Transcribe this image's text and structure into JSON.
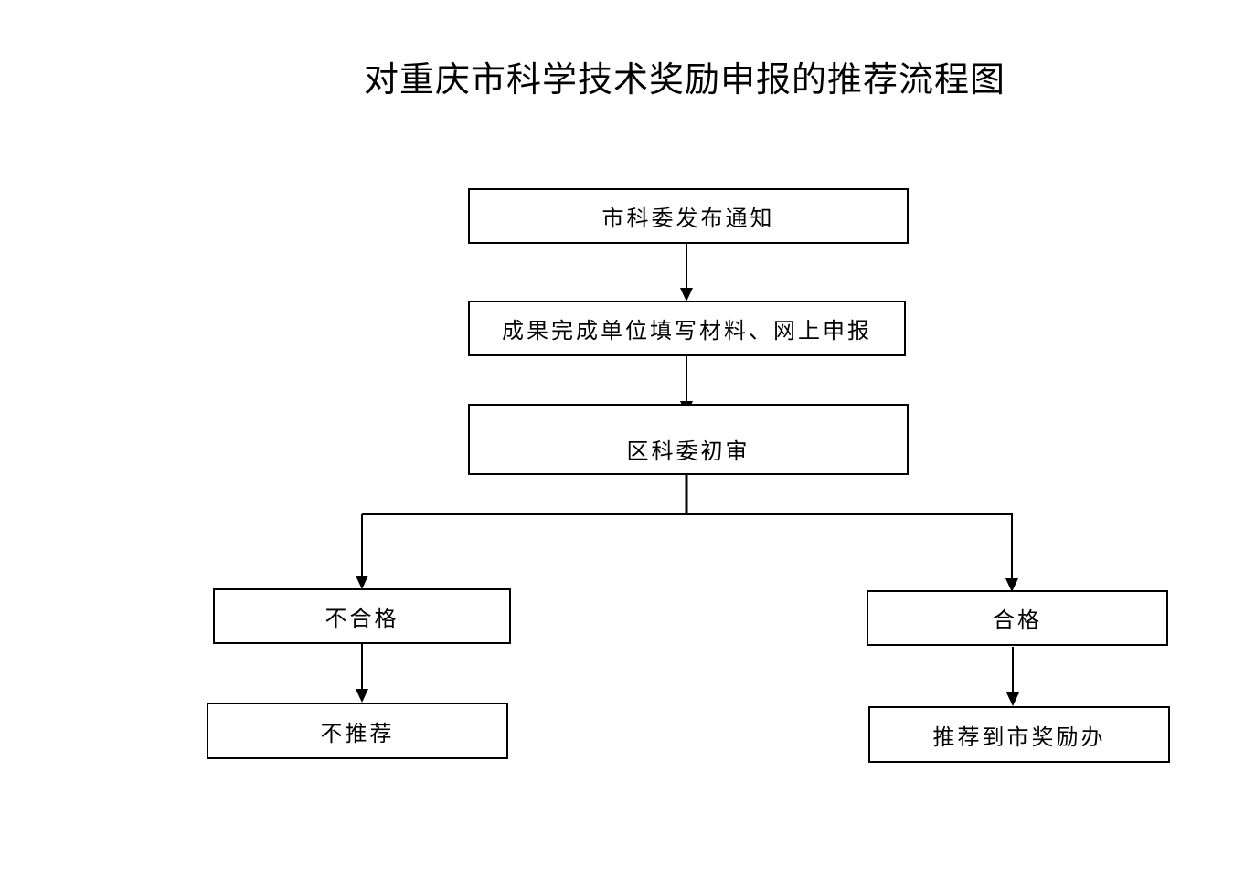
{
  "title": "对重庆市科学技术奖励申报的推荐流程图",
  "nodes": {
    "notice": "市科委发布通知",
    "submit": "成果完成单位填写材料、网上申报",
    "review": "区科委初审",
    "fail": "不合格",
    "no_recommend": "不推荐",
    "pass": "合格",
    "recommend": "推荐到市奖励办"
  },
  "colors": {
    "line": "#000000",
    "box_border": "#000000",
    "background": "#ffffff"
  }
}
